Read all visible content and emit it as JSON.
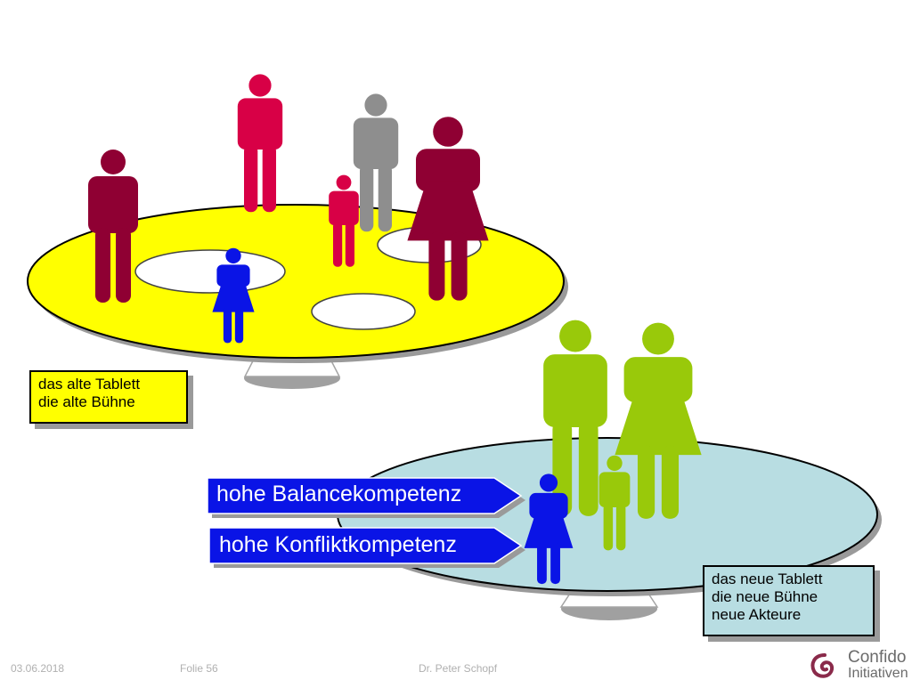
{
  "old_stage": {
    "label_lines": [
      "das alte Tablett",
      "die alte Bühne"
    ],
    "tray_color": "#ffff00",
    "box_color": "#ffff00"
  },
  "new_stage": {
    "label_lines": [
      "das neue Tablett",
      "die neue Bühne",
      "neue Akteure"
    ],
    "tray_color": "#b8dde2",
    "box_color": "#b8dde2"
  },
  "competencies": [
    {
      "label": "hohe Balancekompetenz",
      "color": "#0a14e6"
    },
    {
      "label": "hohe Konfliktkompetenz",
      "color": "#0a14e6"
    }
  ],
  "figure_colors": {
    "dark_red": "#8f0033",
    "crimson": "#d80046",
    "gray": "#8e8e8e",
    "blue": "#0a14e6",
    "green": "#99c90a"
  },
  "footer": {
    "date": "03.06.2018",
    "slide": "Folie 56",
    "author": "Dr. Peter Schopf"
  },
  "logo": {
    "line1": "Confido",
    "line2": "Initiativen",
    "color": "#8a2a4a"
  }
}
